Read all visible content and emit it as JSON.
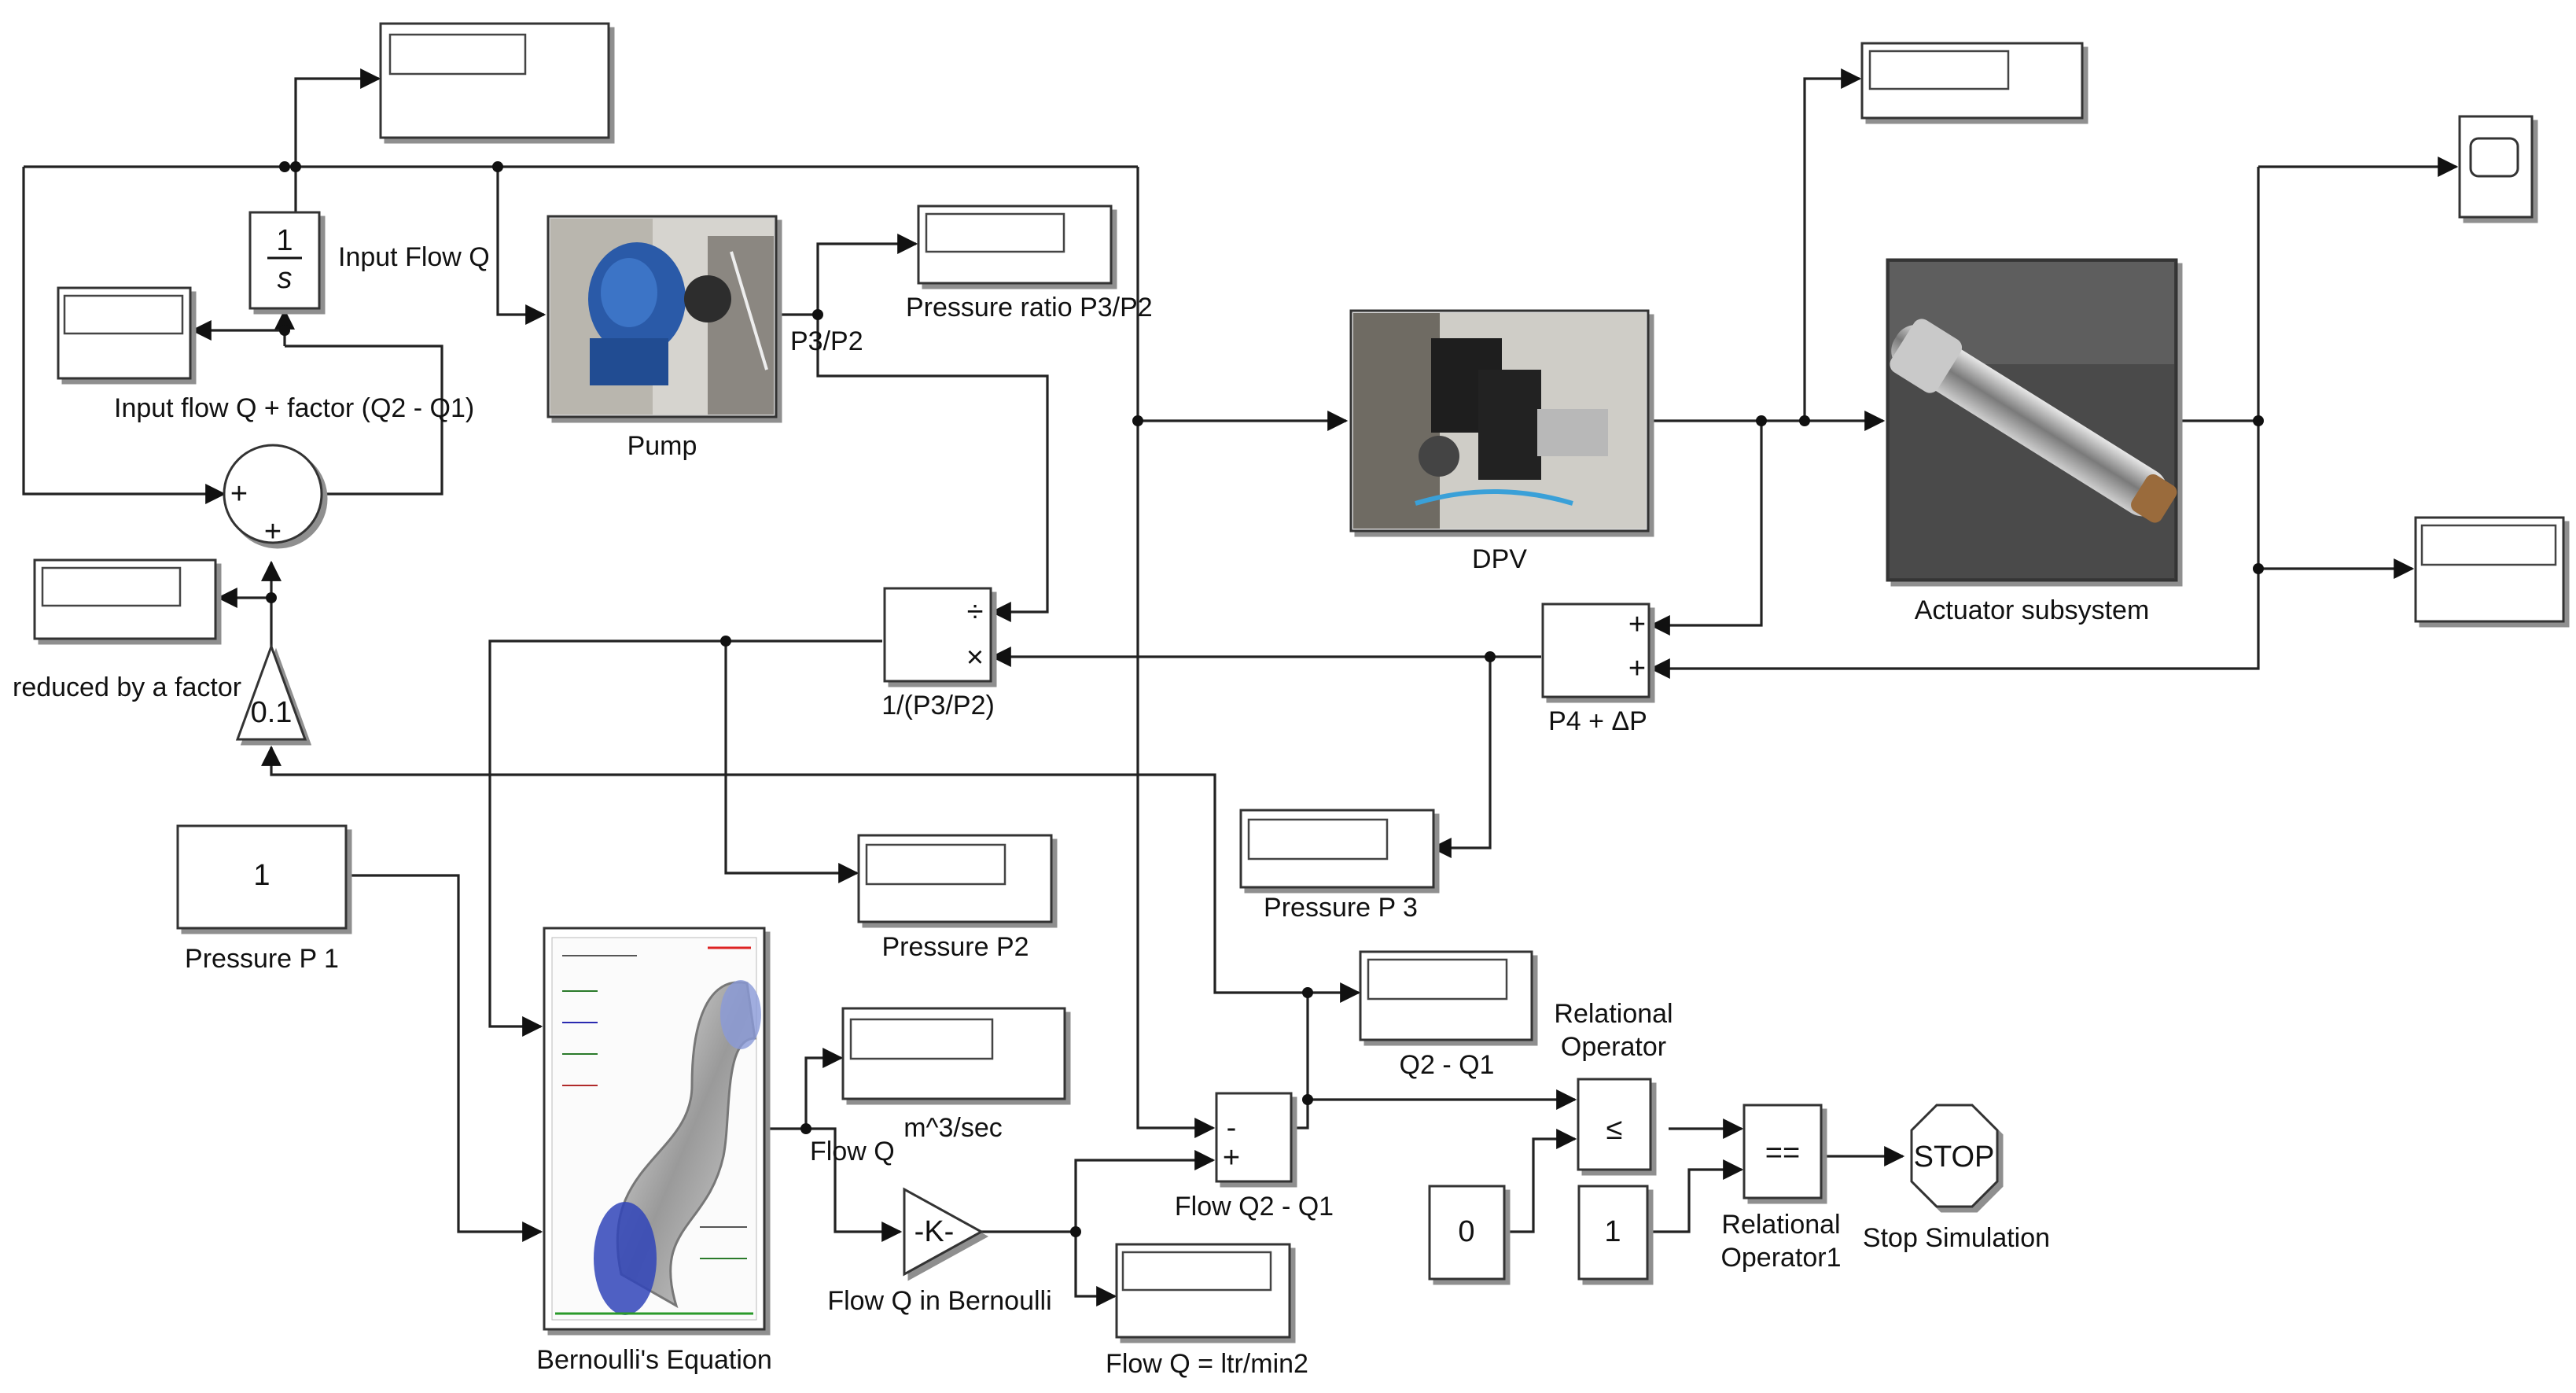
{
  "labels": {
    "input_flow_q": "Input Flow Q",
    "input_flow_factor": "Input flow Q + factor (Q2 - Q1)",
    "reduced_by_factor": "reduced by a factor",
    "pump": "Pump",
    "p3_p2_port": "P3/P2",
    "pressure_ratio": "Pressure ratio P3/P2",
    "dpv": "DPV",
    "actuator": "Actuator subsystem",
    "inv_ratio": "1/(P3/P2)",
    "p4_dp": "P4 + ΔP",
    "pressure_p1": "Pressure P 1",
    "pressure_p2": "Pressure P2",
    "pressure_p3": "Pressure P 3",
    "bernoulli": "Bernoulli's Equation",
    "m3_sec": "m^3/sec",
    "flow_q_port": "Flow Q",
    "flow_q_bernoulli": "Flow Q in Bernoulli",
    "flow_q_ltr": "Flow Q = ltr/min2",
    "q2_q1": "Q2 - Q1",
    "flow_q2_q1": "Flow Q2 - Q1",
    "relational_operator_l1": "Relational",
    "relational_operator_l2": "Operator",
    "relational_operator1_l1": "Relational",
    "relational_operator1_l2": "Operator1",
    "stop_simulation": "Stop Simulation"
  },
  "blocks": {
    "integrator_num": "1",
    "integrator_den": "s",
    "gain_value": "0.1",
    "constant_p1": "1",
    "gain_k": "-K-",
    "constant_zero": "0",
    "constant_one": "1",
    "relational_le": "≤",
    "relational_eq": "==",
    "stop_text": "STOP"
  },
  "ports": {
    "sum_in1": "+",
    "sum_in2": "+",
    "product_div": "÷",
    "product_mul": "×",
    "p4_in1": "+",
    "p4_in2": "+",
    "flow_sub_minus": "-",
    "flow_sub_plus": "+"
  }
}
